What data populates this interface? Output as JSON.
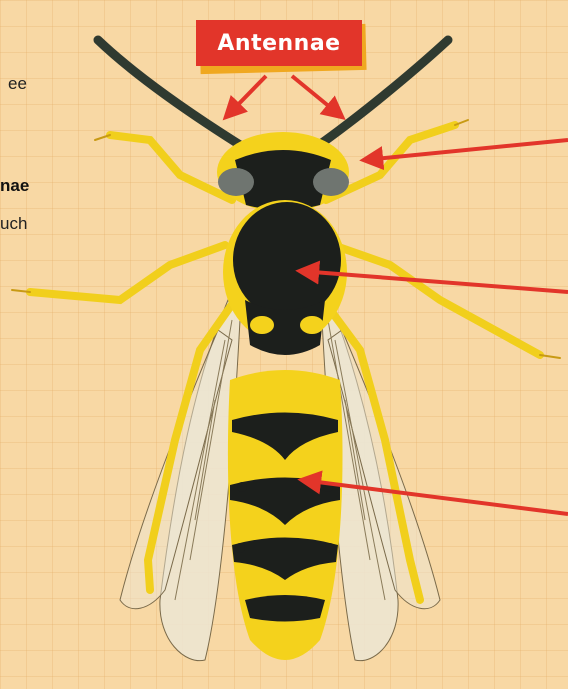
{
  "text_snippets": {
    "line1": "ee",
    "line2": "nae",
    "line3": "uch"
  },
  "label": {
    "title": "Antennae"
  },
  "colors": {
    "background": "#f8d8a4",
    "label_red": "#e2352a",
    "label_shadow": "#f0a820",
    "arrow": "#e2352a",
    "wasp_yellow": "#f4d21c",
    "wasp_black": "#1c1f1c",
    "wing": "#e9e3d2"
  }
}
